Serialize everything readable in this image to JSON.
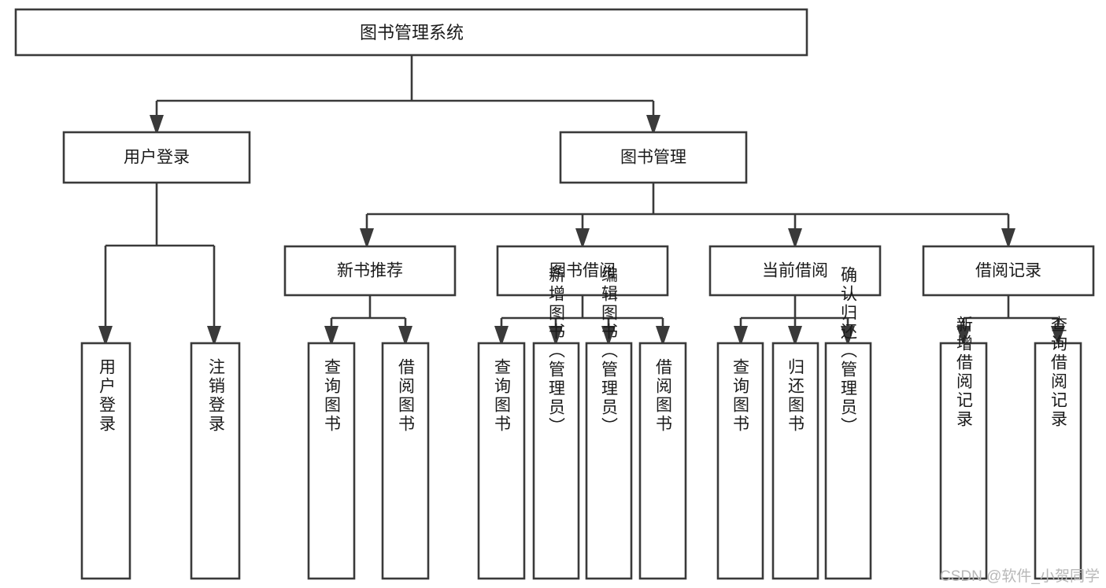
{
  "diagram": {
    "type": "tree-hierarchy-chart",
    "title_node": "图书管理系统",
    "watermark": "CSDN @软件_小贺同学",
    "colors": {
      "background": "#ffffff",
      "box_fill": "#ffffff",
      "stroke": "#3a3a3a",
      "text": "#1a1a1a",
      "watermark": "#b8b8b8"
    },
    "levels": {
      "level1": [
        "图书管理系统"
      ],
      "level2": [
        "用户登录",
        "图书管理"
      ],
      "level3": [
        "新书推荐",
        "图书借阅",
        "当前借阅",
        "借阅记录"
      ],
      "level4": [
        "用户登录",
        "注销登录",
        "查询图书",
        "借阅图书",
        "查询图书",
        "新增图书（管理员）",
        "编辑图书（管理员）",
        "借阅图书",
        "查询图书",
        "归还图书",
        "确认归还（管理员）",
        "新增借阅记录",
        "查询借阅记录"
      ]
    },
    "nodes": {
      "root": {
        "label": "图书管理系统"
      },
      "user_login": {
        "label": "用户登录"
      },
      "book_manage": {
        "label": "图书管理"
      },
      "new_book_rec": {
        "label": "新书推荐"
      },
      "book_borrow": {
        "label": "图书借阅"
      },
      "current_borrow": {
        "label": "当前借阅"
      },
      "borrow_record": {
        "label": "借阅记录"
      },
      "leaf_user_login": {
        "label": "用户登录"
      },
      "leaf_logout": {
        "label": "注销登录"
      },
      "leaf_query_book_1": {
        "label": "查询图书"
      },
      "leaf_borrow_book_1": {
        "label": "借阅图书"
      },
      "leaf_query_book_2": {
        "label": "查询图书"
      },
      "leaf_add_book_admin": {
        "label": "新增图书（管理员）"
      },
      "leaf_edit_book_admin": {
        "label": "编辑图书（管理员）"
      },
      "leaf_borrow_book_2": {
        "label": "借阅图书"
      },
      "leaf_query_book_3": {
        "label": "查询图书"
      },
      "leaf_return_book": {
        "label": "归还图书"
      },
      "leaf_confirm_return_admin": {
        "label": "确认归还（管理员）"
      },
      "leaf_add_borrow_record": {
        "label": "新增借阅记录"
      },
      "leaf_query_borrow_record": {
        "label": "查询借阅记录"
      }
    },
    "edges": [
      {
        "from": "图书管理系统",
        "to": "用户登录"
      },
      {
        "from": "图书管理系统",
        "to": "图书管理"
      },
      {
        "from": "用户登录",
        "to": "用户登录"
      },
      {
        "from": "用户登录",
        "to": "注销登录"
      },
      {
        "from": "图书管理",
        "to": "新书推荐"
      },
      {
        "from": "图书管理",
        "to": "图书借阅"
      },
      {
        "from": "图书管理",
        "to": "当前借阅"
      },
      {
        "from": "图书管理",
        "to": "借阅记录"
      },
      {
        "from": "新书推荐",
        "to": "查询图书"
      },
      {
        "from": "新书推荐",
        "to": "借阅图书"
      },
      {
        "from": "图书借阅",
        "to": "查询图书"
      },
      {
        "from": "图书借阅",
        "to": "新增图书（管理员）"
      },
      {
        "from": "图书借阅",
        "to": "编辑图书（管理员）"
      },
      {
        "from": "图书借阅",
        "to": "借阅图书"
      },
      {
        "from": "当前借阅",
        "to": "查询图书"
      },
      {
        "from": "当前借阅",
        "to": "归还图书"
      },
      {
        "from": "当前借阅",
        "to": "确认归还（管理员）"
      },
      {
        "from": "借阅记录",
        "to": "新增借阅记录"
      },
      {
        "from": "借阅记录",
        "to": "查询借阅记录"
      }
    ]
  }
}
